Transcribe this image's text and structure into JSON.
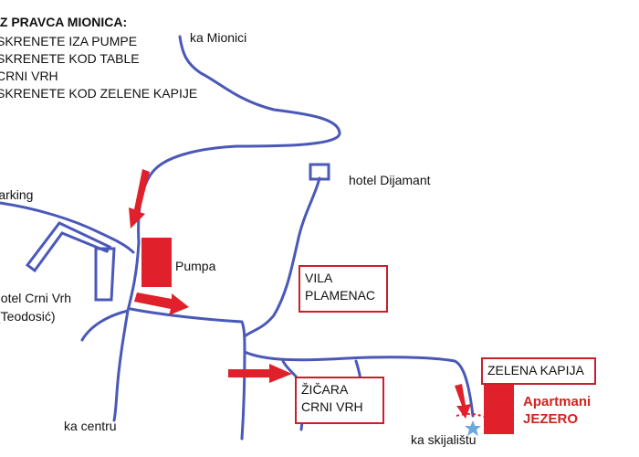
{
  "directions": {
    "heading": "IZ PRAVCA MIONICA:",
    "steps": [
      "SKRENETE IZA PUMPE",
      "SKRENETE KOD TABLE",
      "CRNI VRH",
      "SKRENETE KOD ZELENE KAPIJE"
    ]
  },
  "labels": {
    "ka_mionici": "ka Mionici",
    "hotel_dijamant": "hotel Dijamant",
    "parking": "Parking",
    "pumpa": "Pumpa",
    "hotel_crni_vrh": "hotel Crni Vrh",
    "teodosic": "(Teodosić)",
    "ka_centru": "ka centru",
    "ka_skijalistu": "ka skijalištu"
  },
  "boxes": {
    "vila_line1": "VILA",
    "vila_line2": "PLAMENAC",
    "zicara_line1": "ŽIČARA",
    "zicara_line2": "CRNI VRH",
    "zelena_kapija": "ZELENA KAPIJA"
  },
  "destination": {
    "line1": "Apartmani",
    "line2": "JEZERO"
  },
  "colors": {
    "road": "#4a58b8",
    "arrow": "#e0202a",
    "box_border": "#c8202a",
    "marker": "#e0202a",
    "star": "#6aa8e0"
  },
  "icons": {
    "arrow": "red-arrow",
    "destination": "star-marker"
  }
}
